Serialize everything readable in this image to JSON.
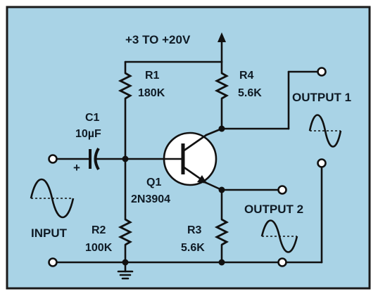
{
  "supply": {
    "label": "+3 TO +20V"
  },
  "components": {
    "r1": {
      "ref": "R1",
      "value": "180K"
    },
    "r2": {
      "ref": "R2",
      "value": "100K"
    },
    "r3": {
      "ref": "R3",
      "value": "5.6K"
    },
    "r4": {
      "ref": "R4",
      "value": "5.6K"
    },
    "c1": {
      "ref": "C1",
      "value": "10µF",
      "polarity": "+"
    },
    "q1": {
      "ref": "Q1",
      "part": "2N3904"
    }
  },
  "ports": {
    "input": "INPUT",
    "output1": "OUTPUT 1",
    "output2": "OUTPUT 2"
  },
  "colors": {
    "background": "#a9d3e6",
    "border": "#1a1a1a",
    "wire": "#111111"
  }
}
